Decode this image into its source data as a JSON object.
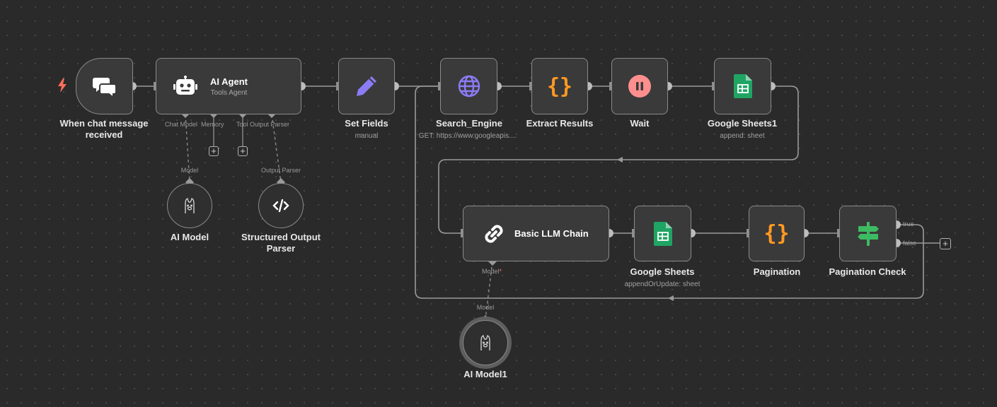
{
  "canvas": {
    "trigger": {
      "title_line1": "When chat message",
      "title_line2": "received"
    },
    "ai_agent": {
      "title": "AI Agent",
      "subtitle": "Tools Agent",
      "ports": {
        "chat_model": "Chat Model",
        "memory": "Memory",
        "tool": "Tool",
        "output_parser": "Output Parser"
      }
    },
    "ai_model": {
      "title": "AI Model",
      "port": "Model"
    },
    "structured_output_parser": {
      "title_line1": "Structured Output",
      "title_line2": "Parser",
      "port": "Output Parser"
    },
    "set_fields": {
      "title": "Set Fields",
      "subtitle": "manual"
    },
    "search_engine": {
      "title": "Search_Engine",
      "subtitle": "GET: https://www.googleapis...."
    },
    "extract_results": {
      "title": "Extract Results"
    },
    "wait": {
      "title": "Wait"
    },
    "google_sheets1": {
      "title": "Google Sheets1",
      "subtitle": "append: sheet"
    },
    "basic_llm_chain": {
      "title": "Basic LLM Chain",
      "port": "Model",
      "port_required": "*"
    },
    "google_sheets": {
      "title": "Google Sheets",
      "subtitle": "appendOrUpdate: sheet"
    },
    "pagination": {
      "title": "Pagination"
    },
    "pagination_check": {
      "title": "Pagination Check",
      "true_label": "true",
      "false_label": "false"
    },
    "ai_model1": {
      "title": "AI Model1",
      "port": "Model"
    }
  },
  "icons": {
    "trigger": "chat-bubbles-icon",
    "agent": "robot-icon",
    "set": "pencil-icon",
    "http": "globe-icon",
    "code": "curly-braces-icon",
    "wait": "pause-icon",
    "sheets": "google-sheets-icon",
    "chain": "link-icon",
    "model": "llama-icon",
    "parser": "code-tag-icon",
    "if": "signpost-icon",
    "bolt": "lightning-icon"
  },
  "colors": {
    "background": "#2a2a2a",
    "node": "#3a3a3a",
    "node_border": "#8a8a8a",
    "code_orange": "#ff9922",
    "wait_pink": "#ff8f8f",
    "http_purple": "#8b7cf6",
    "sheets_green": "#20a464",
    "if_green": "#3dbb62",
    "bolt_red": "#ff6d5a",
    "required": "#ff6d6d"
  }
}
